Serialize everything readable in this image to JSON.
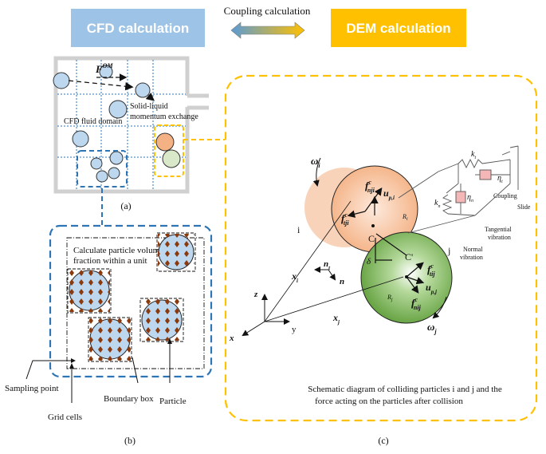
{
  "header": {
    "cfd_label": "CFD calculation",
    "dem_label": "DEM calculation",
    "coupling_label": "Coupling calculation",
    "cfd_color": "#9dc3e6",
    "dem_color": "#ffc000"
  },
  "panel_a": {
    "force_label": "F",
    "force_sup": "OM",
    "exchange_line1": "Solid-liquid",
    "exchange_line2": "momentum exchange",
    "domain_label": "CFD fluid domain",
    "caption": "(a)"
  },
  "panel_b": {
    "text_line1": "Calculate particle volume",
    "text_line2": "fraction within a unit",
    "sampling_point": "Sampling point",
    "grid_cells": "Grid cells",
    "boundary_box": "Boundary box",
    "particle": "Particle",
    "caption": "(b)"
  },
  "panel_c": {
    "omega_i": "ω",
    "omega_i_sub": "i",
    "omega_j": "ω",
    "omega_j_sub": "j",
    "particle_i": "i",
    "particle_j": "j",
    "f_nji": "f",
    "f_nji_sup": "c",
    "f_nji_sub": "nji",
    "f_tji": "f",
    "f_tji_sup": "c",
    "f_tji_sub": "tji",
    "u_pi": "u",
    "u_pi_sub": "p,i",
    "R_i": "R",
    "R_i_sub": "i",
    "C": "C",
    "C_prime": "C'",
    "delta": "δ",
    "f_tij": "f",
    "f_tij_sup": "c",
    "f_tij_sub": "tij",
    "u_pj": "u",
    "u_pj_sub": "p,j",
    "f_nij": "f",
    "f_nij_sup": "c",
    "f_nij_sub": "nij",
    "R_j": "R",
    "R_j_sub": "j",
    "x_i": "x",
    "x_i_sub": "i",
    "x_j": "x",
    "x_j_sub": "j",
    "n_t": "n",
    "n_t_sub": "t",
    "n": "n",
    "axis_z": "z",
    "axis_y": "y",
    "axis_x": "x",
    "k_t": "k",
    "k_t_sub": "t",
    "eta_t": "η",
    "eta_t_sub": "t",
    "k_n": "k",
    "k_n_sub": "n",
    "eta_n": "η",
    "eta_n_sub": "n",
    "coupling": "Coupling",
    "slide": "Slide",
    "tangential_line1": "Tangential",
    "tangential_line2": "vibration",
    "normal_line1": "Normal",
    "normal_line2": "vibration",
    "description_line1": "Schematic diagram of colliding particles i and j and the",
    "description_line2": "force acting on the particles after collision",
    "caption": "(c)",
    "particle_i_color": "#f4b183",
    "particle_j_color": "#70ad47"
  }
}
